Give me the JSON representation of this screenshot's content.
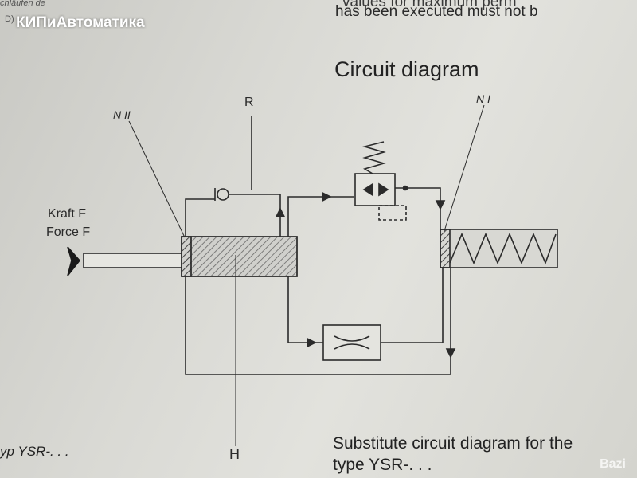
{
  "watermark": "КИПиАвтоматика",
  "page_text": {
    "top_right_line1": "values for maximum perm",
    "top_right_line2": "has been executed must not b",
    "top_left_line1": "chläufen de",
    "top_left_line2": "D)",
    "bottom_left": "yp YSR-. . .",
    "substitute_line1": "Substitute circuit diagram for the",
    "substitute_line2": "type YSR-. . ."
  },
  "diagram": {
    "title": "Circuit diagram",
    "labels": {
      "kraft": "Kraft F",
      "force": "Force F",
      "n_ii": "N II",
      "r": "R",
      "n_i": "N I",
      "h": "H"
    }
  },
  "logo_text": "Bazi"
}
